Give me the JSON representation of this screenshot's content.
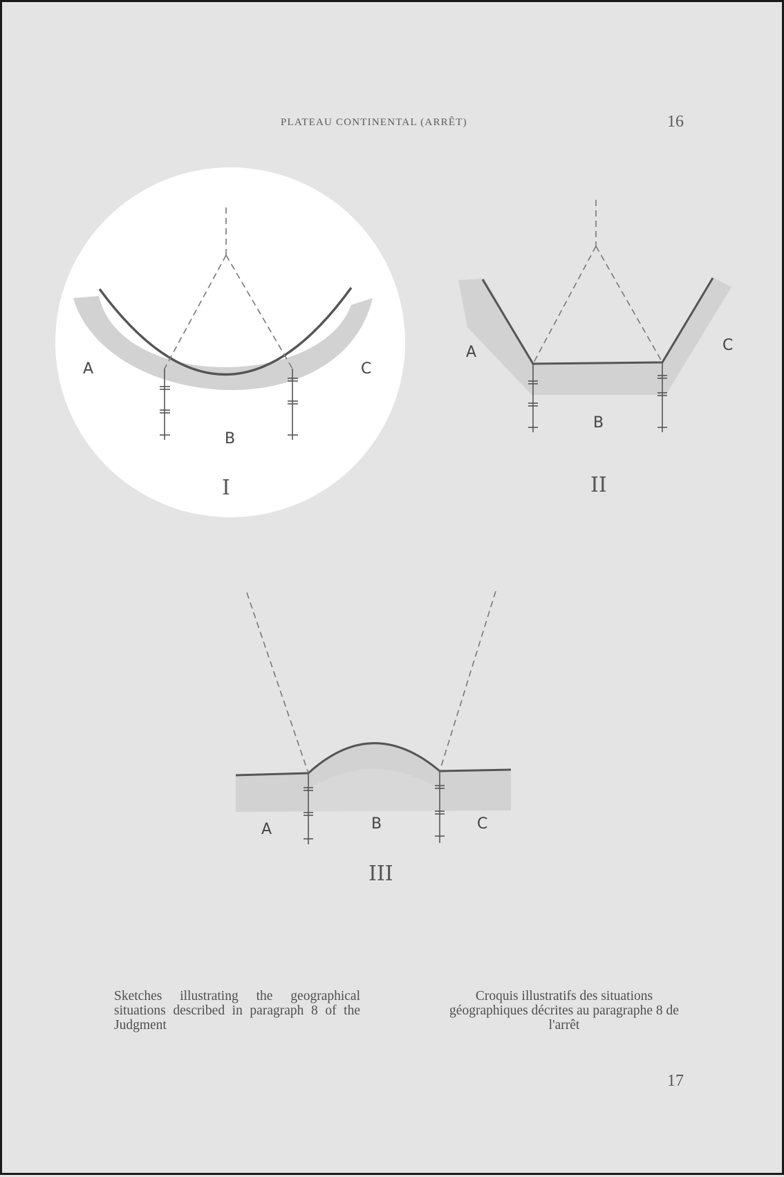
{
  "header": {
    "title": "PLATEAU CONTINENTAL (ARRÊT)",
    "page_number": "16"
  },
  "figures": [
    {
      "numeral": "I",
      "labels": [
        "A",
        "B",
        "C"
      ],
      "shape": "concave-curve",
      "highlighted": true
    },
    {
      "numeral": "II",
      "labels": [
        "A",
        "B",
        "C"
      ],
      "shape": "polygonal"
    },
    {
      "numeral": "III",
      "labels": [
        "A",
        "B",
        "C"
      ],
      "shape": "convex-bulge"
    }
  ],
  "captions": {
    "english": "Sketches illustrating the geographical situations described in paragraph 8 of the Judgment",
    "french": "Croquis illustratifs des situations géographiques décrites au paragraphe 8 de l'arrêt"
  },
  "footer": {
    "page_number": "17"
  },
  "colors": {
    "paper": "#e4e4e4",
    "shading": "#cfcfcf",
    "highlight": "#ffffff",
    "ink": "#555555"
  }
}
